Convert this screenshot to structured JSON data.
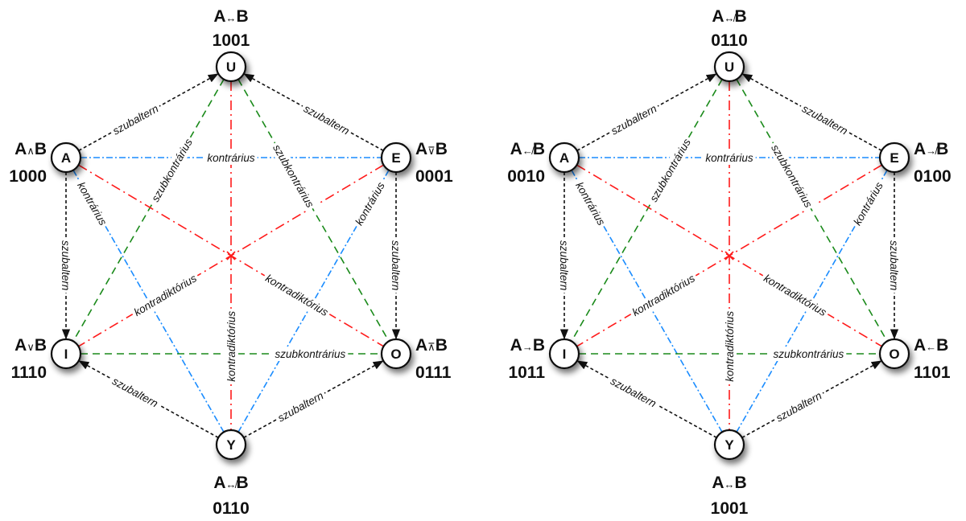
{
  "colors": {
    "szubaltern": "#111111",
    "kontrarius": "#1a8cff",
    "szubkontrarius": "#1a8a1a",
    "kontradiktorius": "#ff1a1a"
  },
  "relation_labels": {
    "szubaltern": "szubaltern",
    "kontrarius": "kontrárius",
    "szubkontrarius": "szubkontrárius",
    "kontradiktorius": "kontradiktórius"
  },
  "diagrams": [
    {
      "nodes": {
        "U": {
          "letter": "U",
          "a": "A",
          "op": "↔",
          "b": "B",
          "bits": "1001"
        },
        "A": {
          "letter": "A",
          "a": "A",
          "op": "∧",
          "b": "B",
          "bits": "1000"
        },
        "E": {
          "letter": "E",
          "a": "A",
          "op": "⊽",
          "b": "B",
          "bits": "0001"
        },
        "I": {
          "letter": "I",
          "a": "A",
          "op": "∨",
          "b": "B",
          "bits": "1110"
        },
        "O": {
          "letter": "O",
          "a": "A",
          "op": "⊼",
          "b": "B",
          "bits": "0111"
        },
        "Y": {
          "letter": "Y",
          "a": "A",
          "op": "↮",
          "b": "B",
          "bits": "0110"
        }
      }
    },
    {
      "nodes": {
        "U": {
          "letter": "U",
          "a": "A",
          "op": "↮",
          "b": "B",
          "bits": "0110"
        },
        "A": {
          "letter": "A",
          "a": "A",
          "op": "↚",
          "b": "B",
          "bits": "0010"
        },
        "E": {
          "letter": "E",
          "a": "A",
          "op": "↛",
          "b": "B",
          "bits": "0100"
        },
        "I": {
          "letter": "I",
          "a": "A",
          "op": "→",
          "b": "B",
          "bits": "1011"
        },
        "O": {
          "letter": "O",
          "a": "A",
          "op": "←",
          "b": "B",
          "bits": "1101"
        },
        "Y": {
          "letter": "Y",
          "a": "A",
          "op": "↔",
          "b": "B",
          "bits": "1001"
        }
      }
    }
  ]
}
